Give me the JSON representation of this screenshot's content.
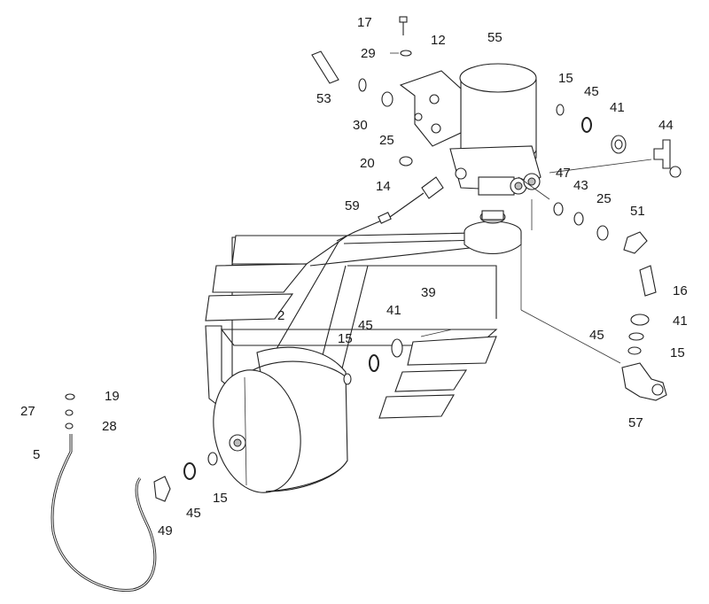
{
  "diagram": {
    "callouts": [
      {
        "id": "c17",
        "text": "17"
      },
      {
        "id": "c29",
        "text": "29"
      },
      {
        "id": "c12",
        "text": "12"
      },
      {
        "id": "c55",
        "text": "55"
      },
      {
        "id": "c53",
        "text": "53"
      },
      {
        "id": "c30",
        "text": "30"
      },
      {
        "id": "c25a",
        "text": "25"
      },
      {
        "id": "c15a",
        "text": "15"
      },
      {
        "id": "c45a",
        "text": "45"
      },
      {
        "id": "c41a",
        "text": "41"
      },
      {
        "id": "c44",
        "text": "44"
      },
      {
        "id": "c20",
        "text": "20"
      },
      {
        "id": "c47",
        "text": "47"
      },
      {
        "id": "c43",
        "text": "43"
      },
      {
        "id": "c25b",
        "text": "25"
      },
      {
        "id": "c51",
        "text": "51"
      },
      {
        "id": "c14",
        "text": "14"
      },
      {
        "id": "c59",
        "text": "59"
      },
      {
        "id": "c16",
        "text": "16"
      },
      {
        "id": "c39",
        "text": "39"
      },
      {
        "id": "c41b",
        "text": "41"
      },
      {
        "id": "c41c",
        "text": "41"
      },
      {
        "id": "c2",
        "text": "2"
      },
      {
        "id": "c45b",
        "text": "45"
      },
      {
        "id": "c15b",
        "text": "15"
      },
      {
        "id": "c45c",
        "text": "45"
      },
      {
        "id": "c15c",
        "text": "15"
      },
      {
        "id": "c19",
        "text": "19"
      },
      {
        "id": "c27",
        "text": "27"
      },
      {
        "id": "c28",
        "text": "28"
      },
      {
        "id": "c5",
        "text": "5"
      },
      {
        "id": "c57",
        "text": "57"
      },
      {
        "id": "c49",
        "text": "49"
      },
      {
        "id": "c45d",
        "text": "45"
      },
      {
        "id": "c15d",
        "text": "15"
      }
    ]
  }
}
